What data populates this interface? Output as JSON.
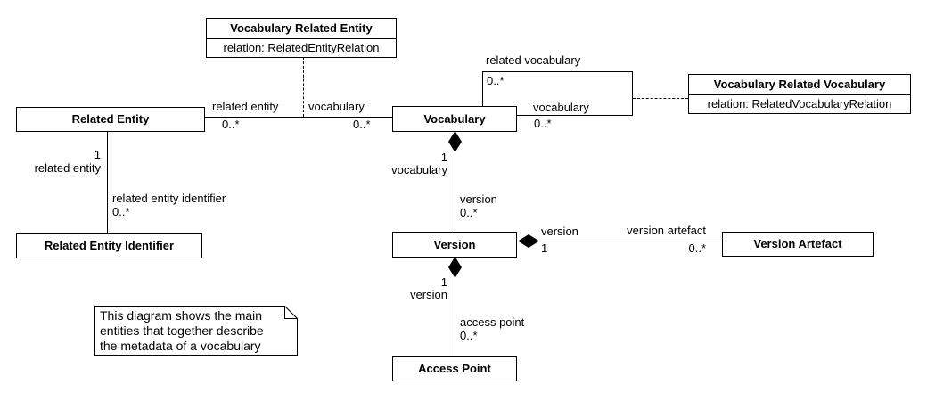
{
  "diagram": {
    "classes": {
      "vocabulary_related_entity": {
        "title": "Vocabulary Related Entity",
        "attribute": "relation: RelatedEntityRelation"
      },
      "related_entity": {
        "title": "Related Entity"
      },
      "vocabulary": {
        "title": "Vocabulary"
      },
      "vocabulary_related_vocabulary": {
        "title": "Vocabulary Related Vocabulary",
        "attribute": "relation: RelatedVocabularyRelation"
      },
      "related_entity_identifier": {
        "title": "Related Entity Identifier"
      },
      "version": {
        "title": "Version"
      },
      "version_artefact": {
        "title": "Version Artefact"
      },
      "access_point": {
        "title": "Access Point"
      }
    },
    "associations": {
      "related_entity_vocabulary": {
        "role_left": "related entity",
        "mult_left": "0..*",
        "role_right": "vocabulary",
        "mult_right": "0..*"
      },
      "vocabulary_self": {
        "role_top": "related vocabulary",
        "mult_top": "0..*",
        "role_bottom": "vocabulary",
        "mult_bottom": "0..*"
      },
      "related_entity_identifier": {
        "mult_parent": "1",
        "role_parent": "related entity",
        "role_child": "related entity identifier",
        "mult_child": "0..*"
      },
      "vocabulary_version": {
        "mult_parent": "1",
        "role_parent": "vocabulary",
        "role_child": "version",
        "mult_child": "0..*"
      },
      "version_artefact": {
        "role_parent": "version",
        "mult_parent": "1",
        "role_child": "version artefact",
        "mult_child": "0..*"
      },
      "version_access_point": {
        "mult_parent": "1",
        "role_parent": "version",
        "role_child": "access point",
        "mult_child": "0..*"
      }
    },
    "note": {
      "lines": [
        "This diagram shows the main",
        "entities that together describe",
        "the metadata of a vocabulary"
      ]
    },
    "colors": {
      "line": "#000000",
      "fill": "#ffffff",
      "text": "#000000"
    }
  }
}
